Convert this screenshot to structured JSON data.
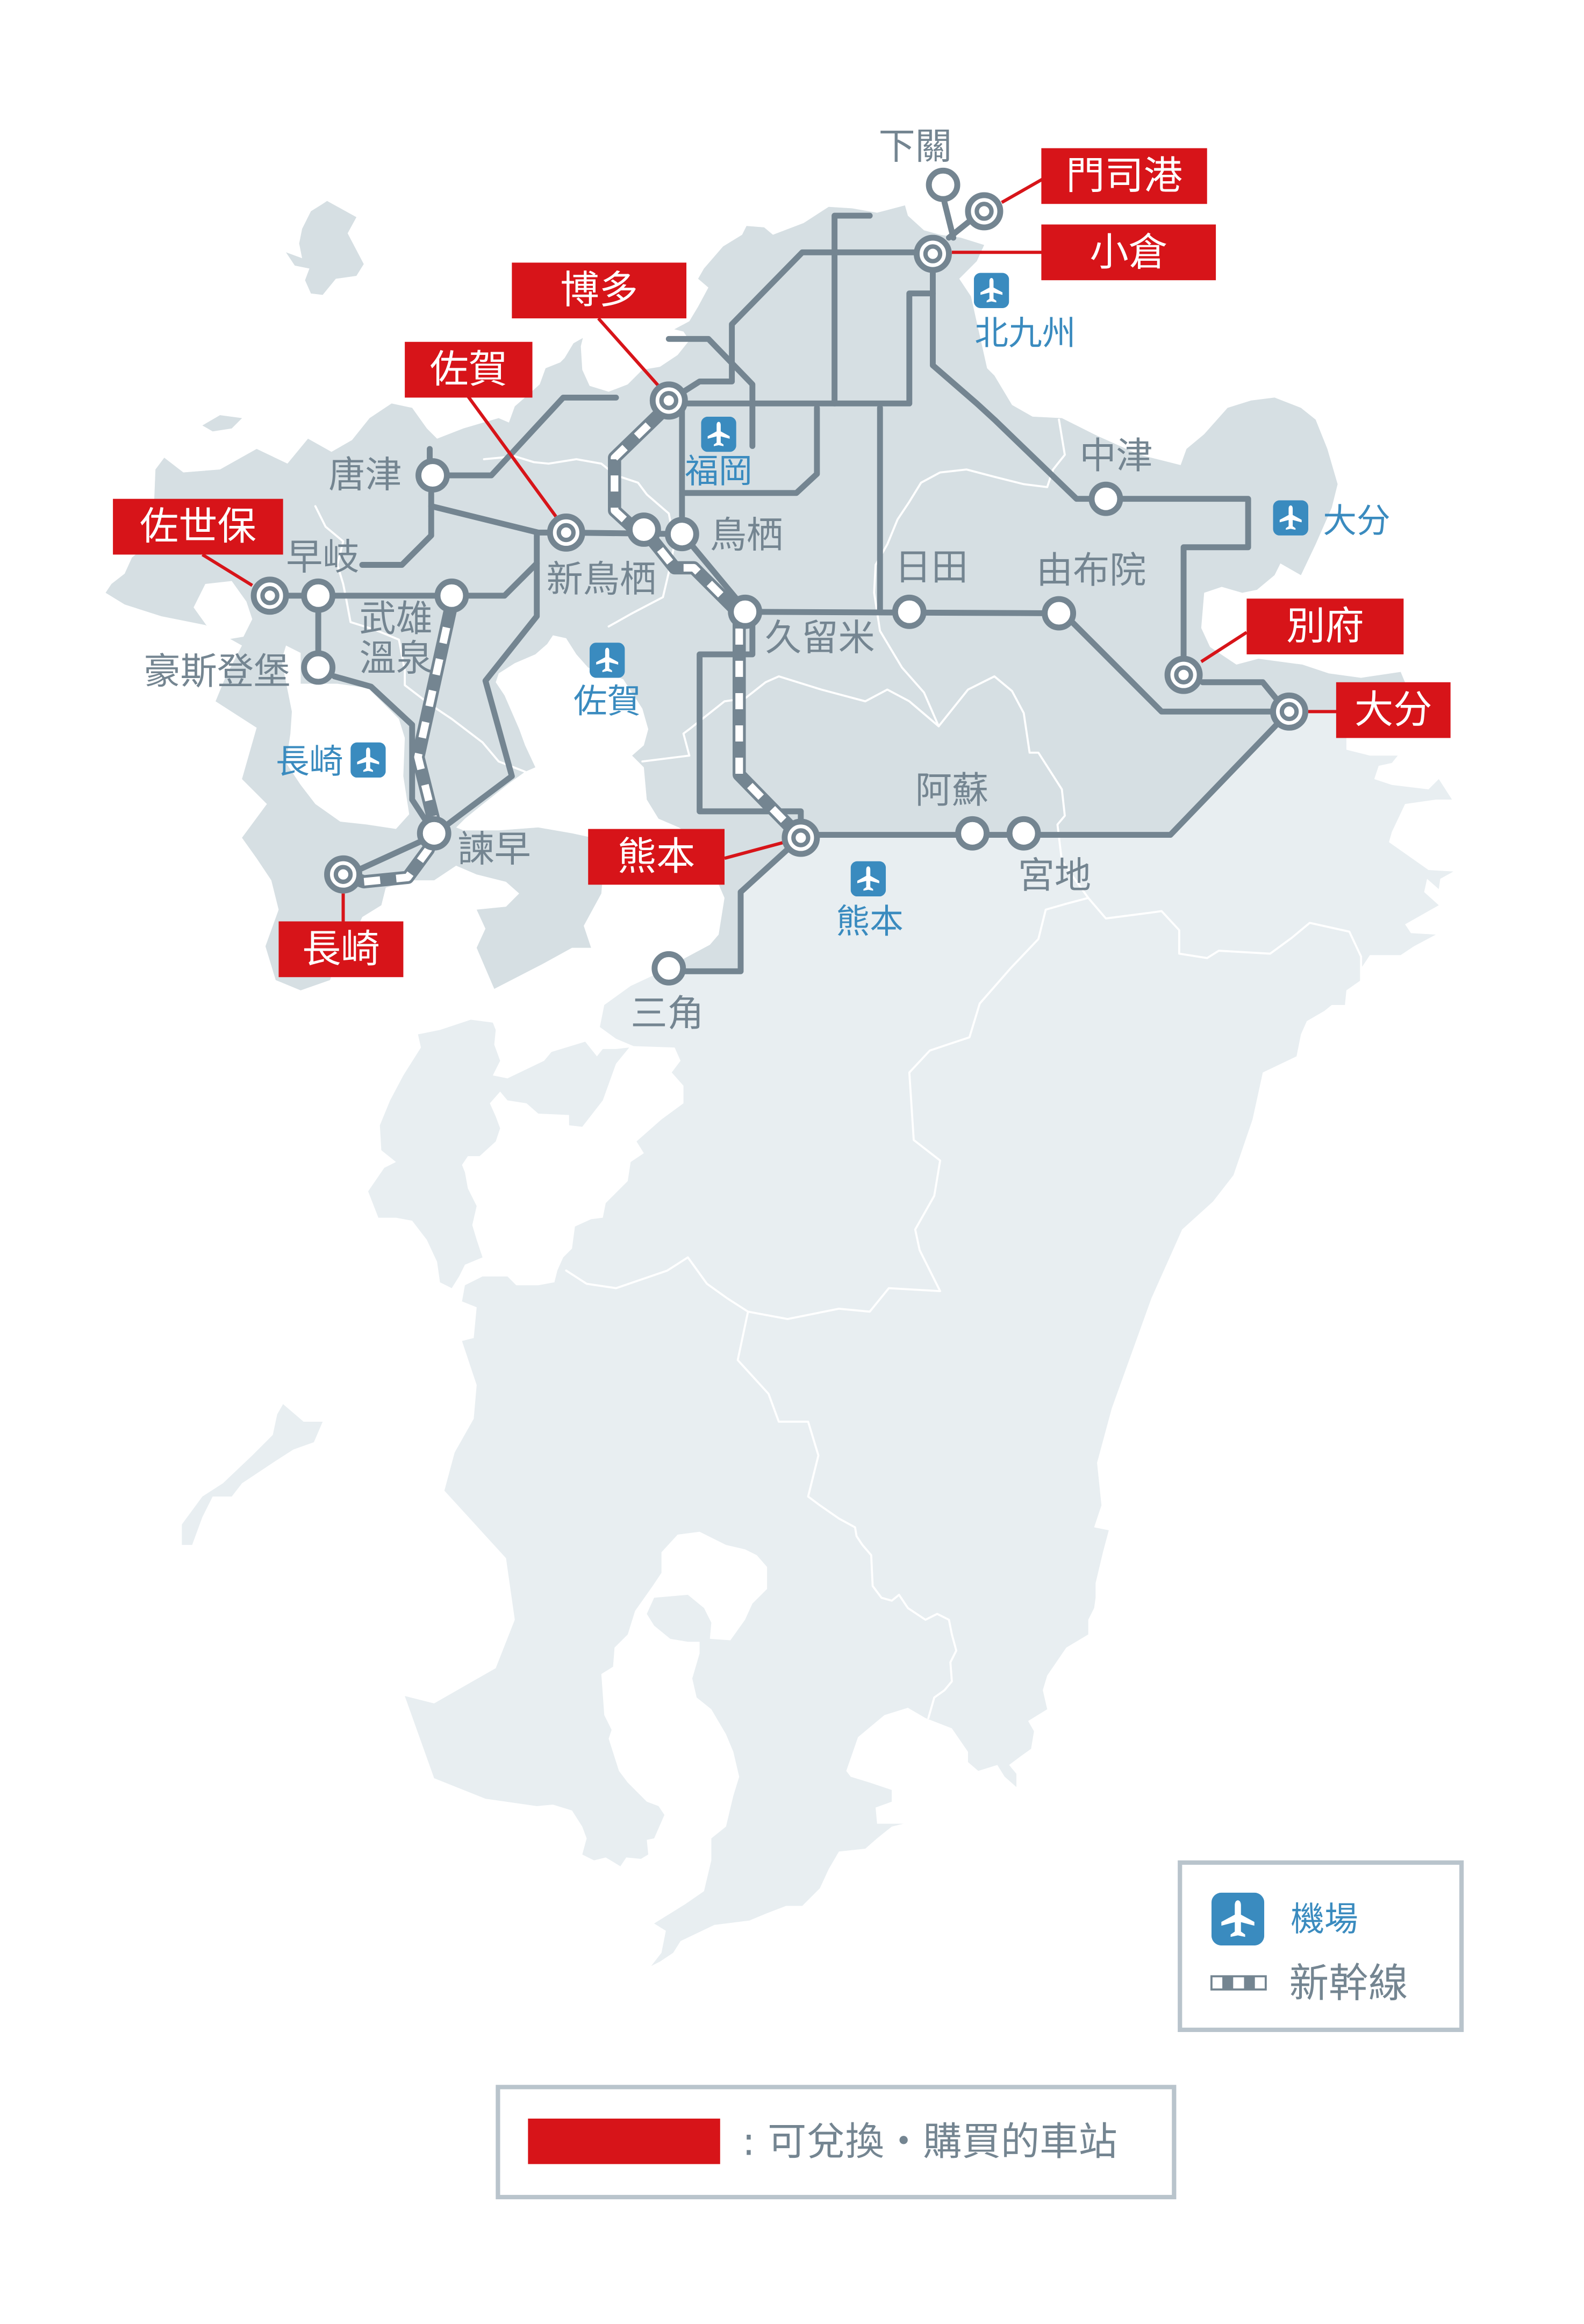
{
  "exchange_stations": [
    {
      "name": "門司港"
    },
    {
      "name": "小倉"
    },
    {
      "name": "博多"
    },
    {
      "name": "佐賀"
    },
    {
      "name": "佐世保"
    },
    {
      "name": "別府"
    },
    {
      "name": "大分"
    },
    {
      "name": "熊本"
    },
    {
      "name": "長崎"
    }
  ],
  "stations": [
    {
      "name": "下關"
    },
    {
      "name": "唐津"
    },
    {
      "name": "早岐"
    },
    {
      "name": "武雄溫泉",
      "name_lines": [
        "武雄",
        "溫泉"
      ]
    },
    {
      "name": "豪斯登堡"
    },
    {
      "name": "新鳥栖"
    },
    {
      "name": "鳥栖"
    },
    {
      "name": "久留米"
    },
    {
      "name": "日田"
    },
    {
      "name": "由布院"
    },
    {
      "name": "中津"
    },
    {
      "name": "阿蘇"
    },
    {
      "name": "宮地"
    },
    {
      "name": "諫早"
    },
    {
      "name": "三角"
    }
  ],
  "airports": [
    {
      "name": "北九州",
      "icon": "airplane-icon"
    },
    {
      "name": "福岡",
      "icon": "airplane-icon"
    },
    {
      "name": "佐賀",
      "icon": "airplane-icon"
    },
    {
      "name": "長崎",
      "icon": "airplane-icon"
    },
    {
      "name": "大分",
      "icon": "airplane-icon"
    },
    {
      "name": "熊本",
      "icon": "airplane-icon"
    }
  ],
  "legend": {
    "airport": {
      "icon": "airplane-icon",
      "label": "機場"
    },
    "shinkansen": {
      "icon": "shinkansen-line-icon",
      "label": "新幹線"
    },
    "exchange_station": {
      "swatch": "red-box",
      "label": ": 可兌換・購買的車站"
    }
  },
  "colors": {
    "exchange_red": "#d71419",
    "rail_gray": "#748591",
    "airport_blue": "#3a8bbf",
    "pass_area_land": "#d6dfe3",
    "other_land": "#e8eef1",
    "legend_border": "#b9c4cc"
  }
}
